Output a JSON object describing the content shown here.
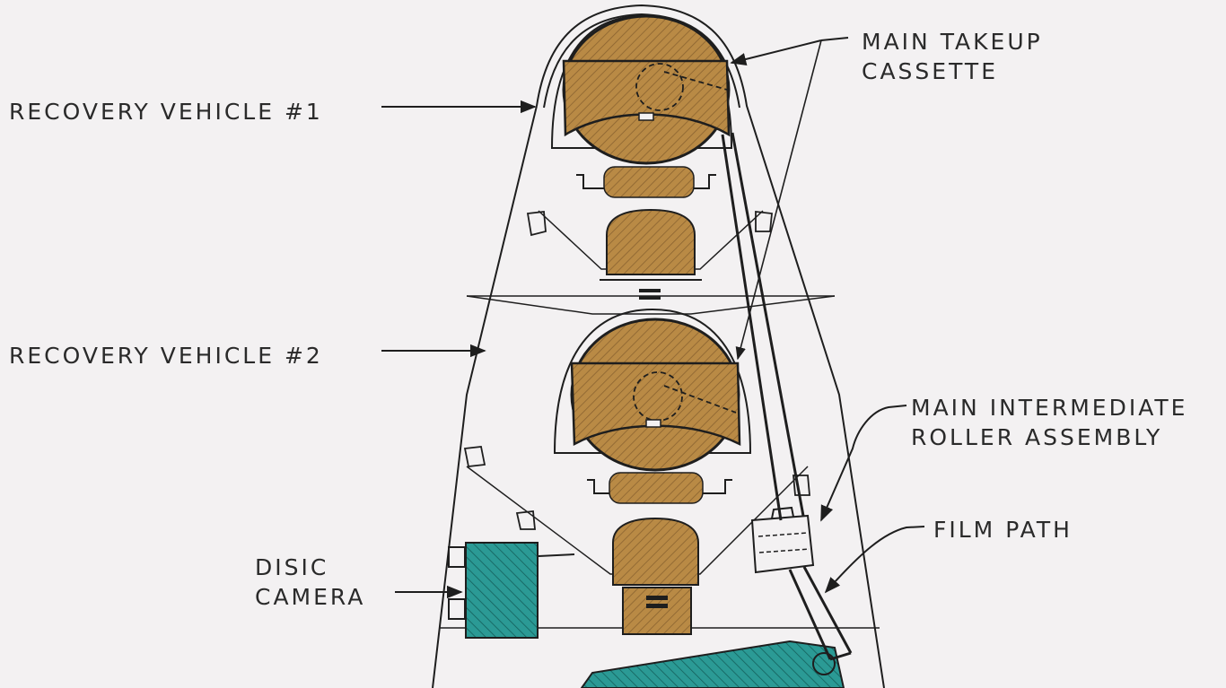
{
  "labels": {
    "main_takeup": [
      "MAIN TAKEUP",
      "CASSETTE"
    ],
    "recovery_vehicle_1": "RECOVERY VEHICLE #1",
    "recovery_vehicle_2": "RECOVERY VEHICLE #2",
    "main_intermediate": [
      "MAIN INTERMEDIATE",
      "ROLLER ASSEMBLY"
    ],
    "film_path": "FILM PATH",
    "disic_camera": [
      "DISIC",
      "CAMERA"
    ]
  },
  "colors": {
    "background": "#f3f1f2",
    "line": "#1e1e1e",
    "cassette": "#b98a45",
    "cassette_hatch": "#8a6330",
    "camera": "#2b9a95",
    "camera_hatch": "#14605c"
  }
}
